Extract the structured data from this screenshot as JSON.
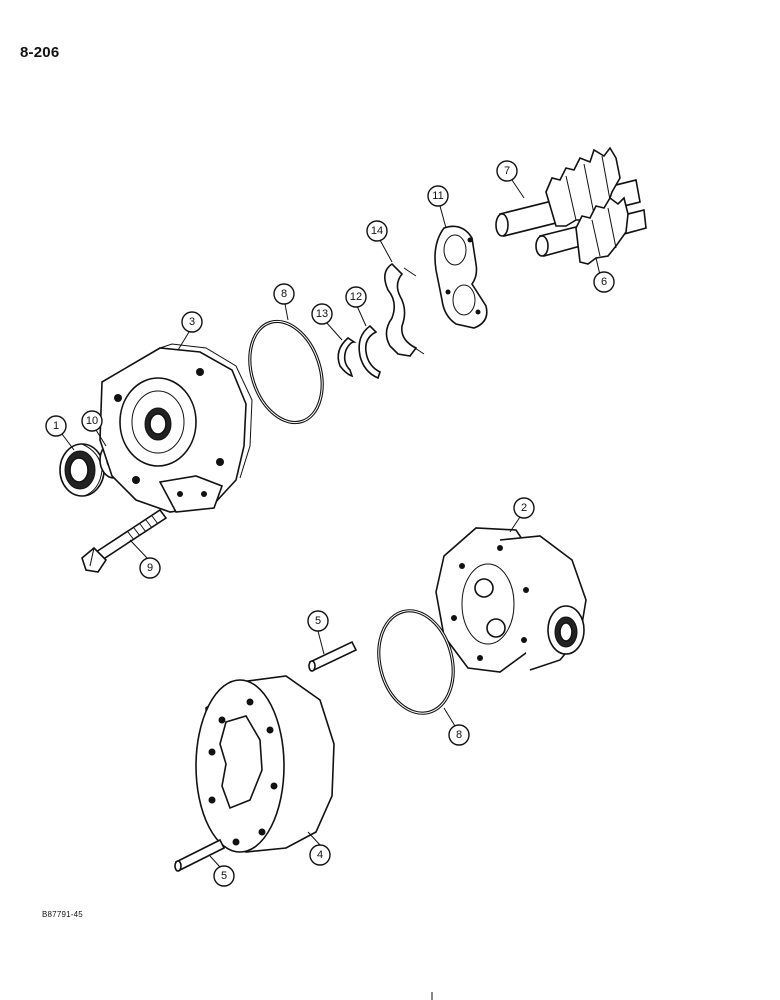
{
  "page_number": "8-206",
  "figure_code": "B87791-45",
  "callouts": {
    "c1": "1",
    "c2": "2",
    "c3": "3",
    "c4": "4",
    "c5a": "5",
    "c5b": "5",
    "c6": "6",
    "c7": "7",
    "c8a": "8",
    "c8b": "8",
    "c9": "9",
    "c10": "10",
    "c11": "11",
    "c12": "12",
    "c13": "13",
    "c14": "14"
  },
  "colors": {
    "ink": "#111111",
    "paper": "#ffffff"
  }
}
